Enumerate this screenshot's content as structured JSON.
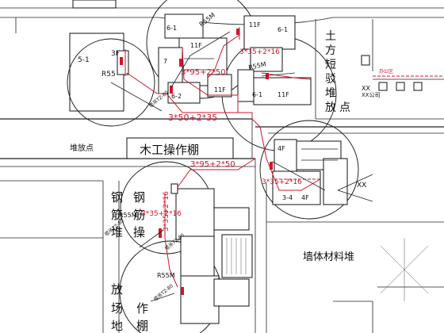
{
  "labels": {
    "b_5_1": "5-1",
    "b_3f": "3F",
    "r55_left": "R55",
    "b_6_1_top": "6-1",
    "b_11f_tl": "11F",
    "b_11f_tr": "11F",
    "b_6_1_tr": "6-1",
    "r55m_top": "R55M",
    "cable_top": "3*35+2*16",
    "cable_mid": "3*95+2*50",
    "r55m_right": "R55M",
    "b_6_2": "6-2",
    "b_11f_c": "11F",
    "b_6_1_c": "6-1",
    "b_11f_cr": "11F",
    "b_7": "7",
    "side_1": "土",
    "side_2": "方",
    "side_3": "短",
    "side_4": "驳",
    "side_5": "堆",
    "side_6": "放",
    "side_7": "点",
    "xx_right": "XX",
    "cable_main": "3*50+2*35",
    "yard_left": "堆放点",
    "carpentry": "木工操作棚",
    "cable_lower": "3*95+2*50",
    "b_4f_a": "4F",
    "b_4f_b": "4F",
    "b_3_4": "3-4",
    "cable_r": "3*35+2*16",
    "xx_lower": "XX",
    "steel_a1": "钢",
    "steel_a2": "筋",
    "steel_a3": "堆",
    "steel_b1": "钢",
    "steel_b2": "筋",
    "steel_b3": "操",
    "r55_mid": "R55M",
    "cable_v1": "3*35+2*16",
    "cable_v2": "3*35+2*16",
    "wall_material": "墙体材料堆",
    "r55m_bottom": "R55M",
    "place_1": "放",
    "place_2": "场",
    "place_3": "地",
    "make_1": "作",
    "make_2": "棚",
    "crane_a": "塔吊TZ-80",
    "crane_b": "塔吊TZ-80",
    "crane_c": "塔吊TZ-80",
    "crane_d": "塔吊TZ-80",
    "company": "XX公司",
    "office": "办公区"
  },
  "colors": {
    "line": "#222222",
    "accent_red": "#d2142a"
  }
}
